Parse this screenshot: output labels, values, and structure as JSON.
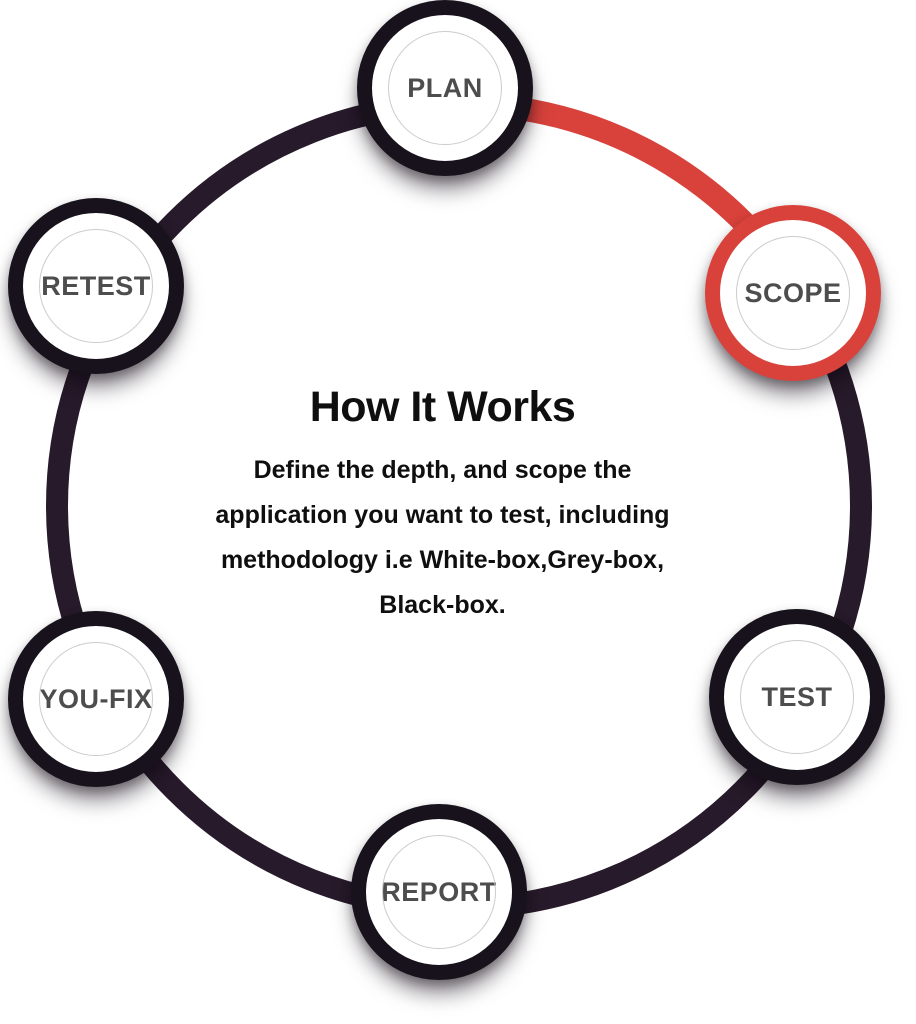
{
  "center": {
    "title": "How It Works",
    "description_lines": [
      "Define the depth, and scope the",
      "application you want to test, including",
      "methodology i.e White-box,Grey-box,",
      "Black-box."
    ]
  },
  "nodes": [
    {
      "label": "PLAN",
      "state": "default"
    },
    {
      "label": "SCOPE",
      "state": "active"
    },
    {
      "label": "TEST",
      "state": "default"
    },
    {
      "label": "REPORT",
      "state": "default"
    },
    {
      "label": "YOU-FIX",
      "state": "default"
    },
    {
      "label": "RETEST",
      "state": "default"
    }
  ],
  "colors": {
    "accent_red": "#d8423b",
    "ring_dark": "#271a2a",
    "node_border_dark": "#18121c",
    "label_gray": "#4d4d4d",
    "inner_circle_gray": "#cccccc",
    "text_black": "#0f0f0f",
    "background": "#ffffff"
  }
}
